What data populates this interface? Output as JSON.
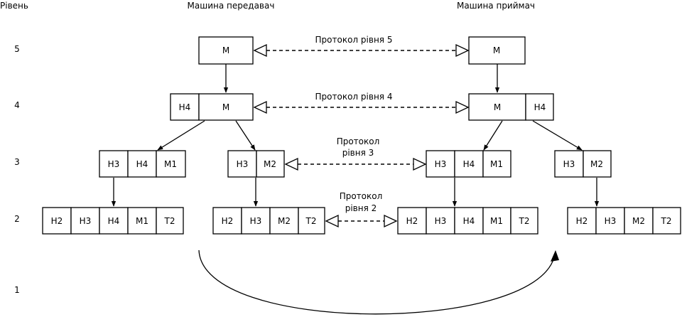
{
  "headers": {
    "level": "Рівень",
    "sender": "Машина передавач",
    "receiver": "Машина приймач"
  },
  "levels": [
    "5",
    "4",
    "3",
    "2",
    "1"
  ],
  "protocols": {
    "p5": "Протокол рівня 5",
    "p4": "Протокол рівня 4",
    "p3_line1": "Протокол",
    "p3_line2": "рівня 3",
    "p2_line1": "Протокол",
    "p2_line2": "рівня 2"
  },
  "sender": {
    "l5": [
      "M"
    ],
    "l4": [
      "H4",
      "M"
    ],
    "l3a": [
      "H3",
      "H4",
      "M1"
    ],
    "l3b": [
      "H3",
      "M2"
    ],
    "l2a": [
      "H2",
      "H3",
      "H4",
      "M1",
      "T2"
    ],
    "l2b": [
      "H2",
      "H3",
      "M2",
      "T2"
    ]
  },
  "receiver": {
    "l5": [
      "M"
    ],
    "l4": [
      "M",
      "H4"
    ],
    "l3a": [
      "H3",
      "H4",
      "M1"
    ],
    "l3b": [
      "H3",
      "M2"
    ],
    "l2a": [
      "H2",
      "H3",
      "H4",
      "M1",
      "T2"
    ],
    "l2b": [
      "H2",
      "H3",
      "M2",
      "T2"
    ]
  }
}
